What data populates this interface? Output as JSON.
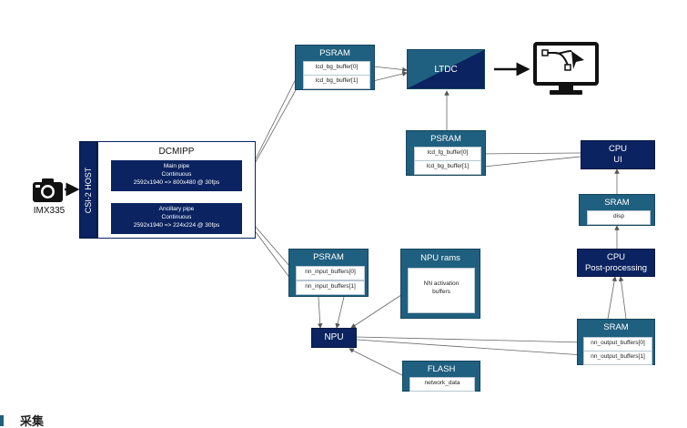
{
  "camera": {
    "label": "IMX335",
    "icon": "camera-icon"
  },
  "csi": {
    "label": "CSI-2 HOST"
  },
  "dcmipp": {
    "title": "DCMIPP",
    "main_pipe": [
      "Main pipe",
      "Continuous",
      "2592x1940 => 800x480 @ 30fps"
    ],
    "ancillary_pipe": [
      "Ancillary pipe",
      "Continuous",
      "2592x1940 => 224x224 @ 30fps"
    ]
  },
  "psram_top": {
    "title": "PSRAM",
    "buffers": [
      "lcd_bg_buffer[0]",
      "lcd_bg_buffer[1]"
    ]
  },
  "ltdc": {
    "label": "LTDC"
  },
  "monitor": {
    "icon": "display-monitor-icon"
  },
  "psram_mid": {
    "title": "PSRAM",
    "buffers": [
      "lcd_fg_buffer[0]",
      "lcd_bg_buffer[1]"
    ]
  },
  "cpu_ui": {
    "title": "CPU",
    "subtitle": "UI"
  },
  "sram_disp": {
    "title": "SRAM",
    "buffers": [
      "disp"
    ]
  },
  "cpu_post": {
    "title": "CPU",
    "subtitle": "Post-processing"
  },
  "psram_nn": {
    "title": "PSRAM",
    "buffers": [
      "nn_input_buffers[0]",
      "nn_input_buffers[1]"
    ]
  },
  "npu_rams": {
    "title": "NPU rams",
    "content": [
      "NN activation",
      "buffers"
    ]
  },
  "npu": {
    "label": "NPU"
  },
  "flash": {
    "title": "FLASH",
    "buffers": [
      "network_data"
    ]
  },
  "sram_out": {
    "title": "SRAM",
    "buffers": [
      "nn_output_buffers[0]",
      "nn_output_buffers[1]"
    ]
  },
  "footer": {
    "text": "采集"
  },
  "colors": {
    "teal": "#1f5f7f",
    "navy": "#0b2360",
    "arrow": "#555555"
  }
}
